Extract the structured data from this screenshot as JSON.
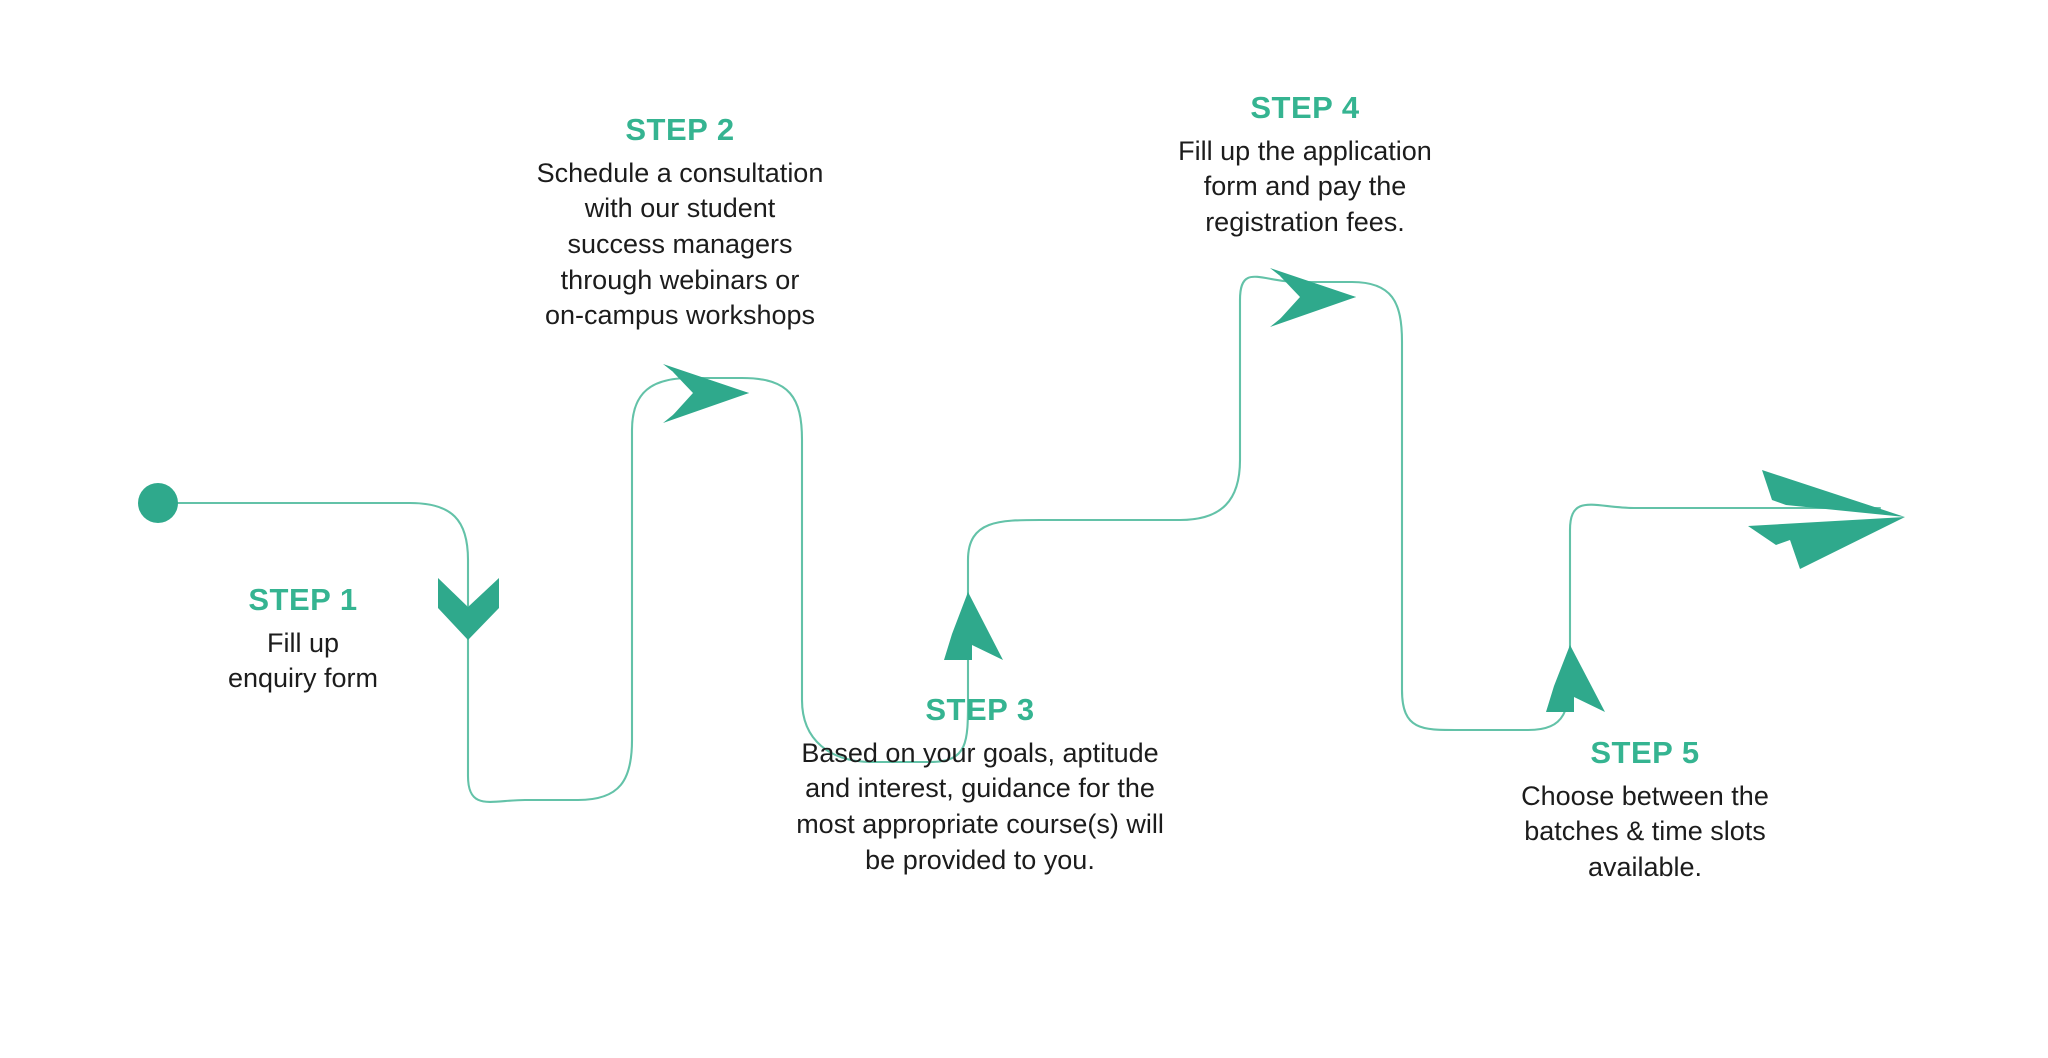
{
  "diagram": {
    "type": "process-flow",
    "orientation": "horizontal-winding",
    "step_count": 5,
    "colors": {
      "accent_teal": "#35B491",
      "arrow_teal": "#2FA98C",
      "path_line": "#63C2A8",
      "body_text": "#1c1c1c",
      "background": "#ffffff"
    },
    "start_marker": "filled-circle",
    "end_marker": "paper-plane-arrow"
  },
  "steps": [
    {
      "id": "step-1",
      "title": "STEP 1",
      "lines": [
        "Fill up",
        "enquiry form"
      ],
      "arrow": "chevron-down",
      "position": "below-path"
    },
    {
      "id": "step-2",
      "title": "STEP 2",
      "lines": [
        "Schedule a consultation",
        "with our student",
        "success managers",
        "through webinars or",
        "on-campus workshops"
      ],
      "arrow": "chevron-right",
      "position": "above-path"
    },
    {
      "id": "step-3",
      "title": "STEP 3",
      "lines": [
        "Based on your goals, aptitude",
        "and interest, guidance for the",
        "most appropriate course(s) will",
        "be provided to you."
      ],
      "arrow": "arrow-up",
      "position": "below-path"
    },
    {
      "id": "step-4",
      "title": "STEP 4",
      "lines": [
        "Fill up the application",
        "form and pay the",
        "registration fees."
      ],
      "arrow": "chevron-right",
      "position": "above-path"
    },
    {
      "id": "step-5",
      "title": "STEP 5",
      "lines": [
        "Choose between the",
        "batches & time slots",
        "available."
      ],
      "arrow": "arrow-up",
      "position": "below-path"
    }
  ]
}
